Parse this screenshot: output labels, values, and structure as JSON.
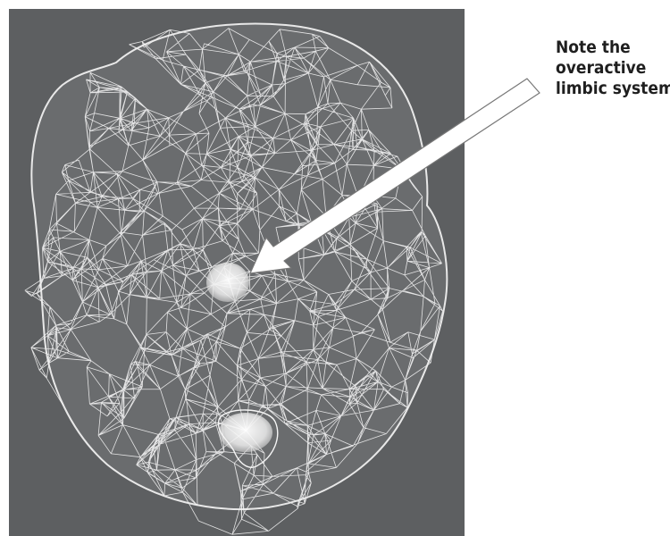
{
  "annotation": {
    "lines": [
      "Note the",
      "overactive",
      "limbic system"
    ]
  },
  "colors": {
    "background": "#ffffff",
    "panel": "#5d5f61",
    "mesh": "#f2f2f2",
    "arrow_fill": "#ffffff",
    "arrow_stroke": "#777777",
    "text": "#1f1f1f"
  },
  "figure": {
    "subject": "wireframe head mesh, top view",
    "highlight": "limbic-system",
    "pointer": "arrow-from-annotation-to-limbic-system"
  }
}
